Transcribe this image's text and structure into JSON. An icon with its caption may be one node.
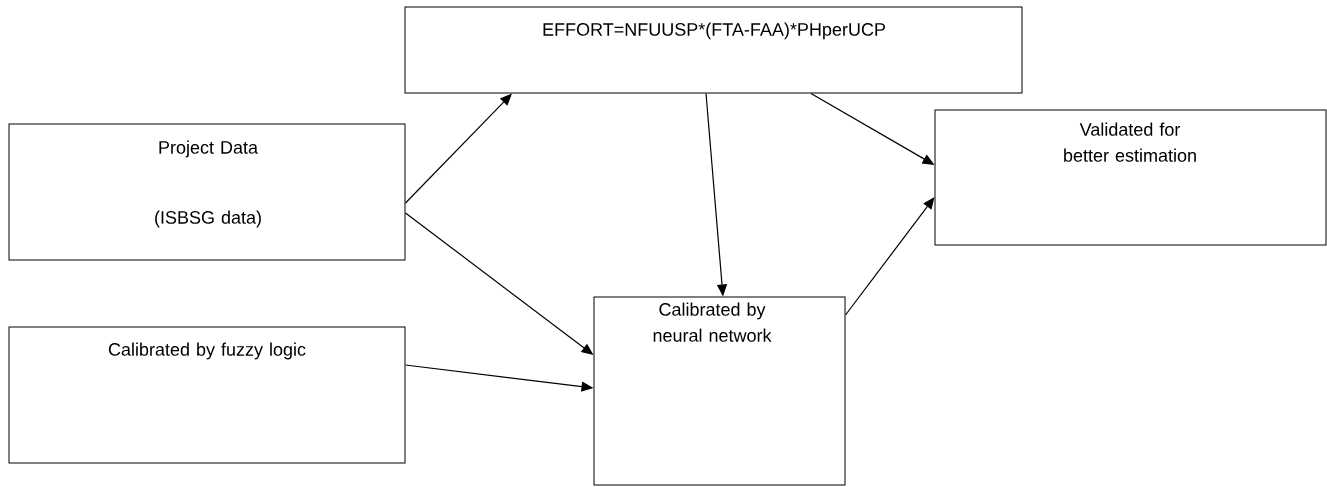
{
  "diagram": {
    "nodes": [
      {
        "text": [
          "EFFORT=NFUUSP*(FTA-FAA)*PHperUCP"
        ]
      },
      {
        "text": [
          "Project Data",
          "(ISBSG data)"
        ]
      },
      {
        "text": [
          "Calibrated by fuzzy logic"
        ]
      },
      {
        "text": [
          "Calibrated by neural network"
        ]
      },
      {
        "text": [
          "Validated for better estimation"
        ]
      }
    ],
    "edges": [
      {
        "from": 1,
        "to": 0,
        "arrow": "to"
      },
      {
        "from": 1,
        "to": 3,
        "arrow": "to"
      },
      {
        "from": 2,
        "to": 3,
        "arrow": "to"
      },
      {
        "from": 0,
        "to": 3,
        "arrow": "to"
      },
      {
        "from": 0,
        "to": 4,
        "arrow": "to"
      },
      {
        "from": 3,
        "to": 4,
        "arrow": "to"
      }
    ]
  }
}
